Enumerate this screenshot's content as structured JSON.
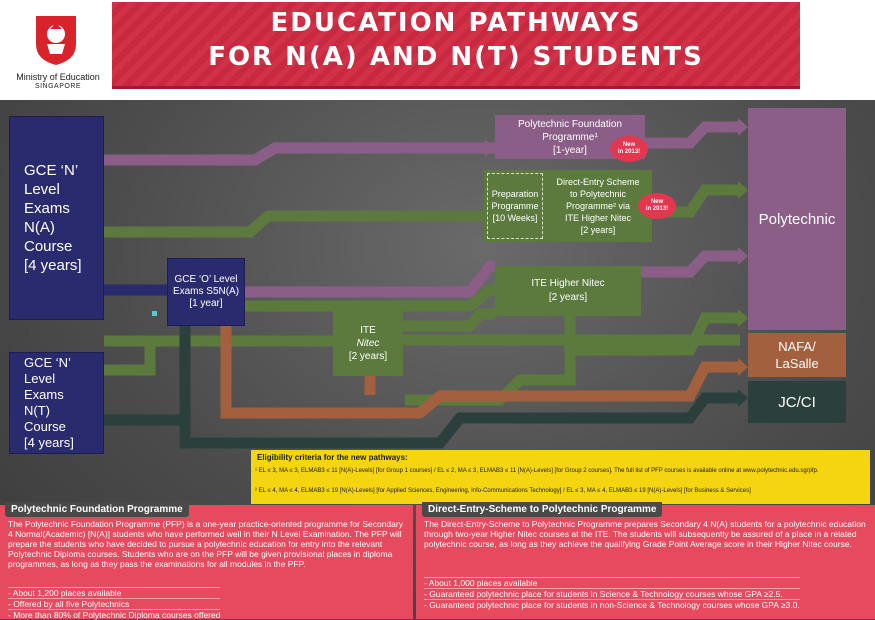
{
  "header": {
    "title_line1": "EDUCATION PATHWAYS",
    "title_line2": "FOR N(A) AND N(T) STUDENTS",
    "ministry_name": "Ministry of Education",
    "ministry_country": "SINGAPORE"
  },
  "boxes": {
    "na_course": [
      "GCE ‘N’",
      "Level",
      "Exams",
      "N(A)",
      "Course",
      "[4 years]"
    ],
    "nt_course": [
      "GCE ‘N’",
      "Level",
      "Exams",
      "N(T)",
      "Course",
      "[4 years]"
    ],
    "olevel": [
      "GCE ‘O’ Level",
      "Exams S5N(A)",
      "[1 year]"
    ],
    "nitec": [
      "ITE",
      "Nitec",
      "[2 years]"
    ],
    "higher_nitec": [
      "ITE Higher Nitec",
      "[2 years]"
    ],
    "pfp": [
      "Polytechnic Foundation",
      "Programme¹",
      "[1-year]"
    ],
    "prep": [
      "Preparation",
      "Programme",
      "[10 Weeks]"
    ],
    "des": [
      "Direct-Entry Scheme",
      "to Polytechnic",
      "Programme² via",
      "ITE Higher Nitec",
      "[2 years]"
    ],
    "polytechnic": "Polytechnic",
    "nafa": [
      "NAFA/",
      "LaSalle"
    ],
    "jc": "JC/CI"
  },
  "badges": {
    "line1": "New",
    "line2": "in 2013!"
  },
  "eligibility": {
    "heading": "Eligibility criteria for the new pathways:",
    "row1": "¹  EL ≤ 3, MA ≤ 3, ELMAB3 ≤ 11 [N(A)-Levels] [for Group 1 courses] / EL ≤ 2, MA ≤ 3, ELMAB3 ≤ 11 [N(A)-Levels] [for Group 2 courses].  The full list of PFP courses is available online at www.polytechnic.edu.sg/pfp.",
    "row2": "²  EL ≤ 4, MA ≤ 4, ELMAB3 ≤ 19 [N(A)-Levels] [for Applied Sciences, Engineering, Info-Communications Technology] / EL ≤ 3, MA ≤ 4, ELMAB3 ≤ 19 [N(A)-Levels] [for Business & Services]"
  },
  "pfp_panel": {
    "heading": "Polytechnic Foundation Programme",
    "body": "The Polytechnic Foundation Programme (PFP) is a one-year practice-oriented programme for Secondary 4 Normal(Academic) [N(A)] students who have performed well in their N Level Examination. The PFP will prepare the students who have decided to pursue a polytechnic education for entry into the relevant Polytechnic Diploma courses. Students who are on the PFP will be given provisional places in diploma programmes, as long as they pass the examinations for all modules in the PFP.",
    "bullets": [
      "- About 1,200 places available",
      "- Offered by all five Polytechnics",
      "- More than 80% of Polytechnic Diploma courses offered"
    ]
  },
  "des_panel": {
    "heading": "Direct-Entry-Scheme to Polytechnic Programme",
    "body": "The Direct-Entry-Scheme to Polytechnic Programme prepares Secondary 4 N(A) students for a polytechnic education through two-year Higher Nitec courses at the ITE. The students will subsequently be assured of a place in a related polytechnic course, as long as they achieve the qualifying Grade Point Average score in their Higher Nitec course.",
    "bullets": [
      "- About 1,000 places available",
      "- Guaranteed polytechnic place for students in Science & Technology courses whose GPA ≥2.5.",
      "- Guaranteed polytechnic place for students in non-Science & Technology courses whose GPA ≥3.0."
    ]
  },
  "colors": {
    "navy": "#2a2a6e",
    "green": "#5c7a3e",
    "purple": "#8a5e86",
    "brown": "#a2603e",
    "dark_teal": "#2b3f3c",
    "banner_red": "#d23148",
    "panel_red": "#e54a5f",
    "eligibility_yellow": "#f5d50f"
  }
}
